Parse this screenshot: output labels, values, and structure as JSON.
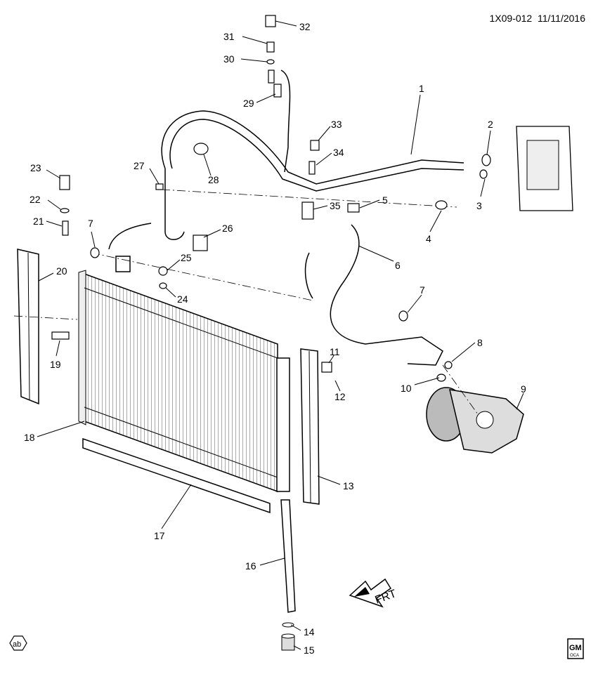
{
  "header": {
    "code": "1X09-012",
    "date": "11/11/2016"
  },
  "callouts": [
    "1",
    "2",
    "3",
    "4",
    "5",
    "6",
    "7",
    "7",
    "8",
    "9",
    "10",
    "11",
    "12",
    "13",
    "14",
    "15",
    "16",
    "17",
    "18",
    "19",
    "20",
    "21",
    "22",
    "23",
    "24",
    "25",
    "26",
    "27",
    "28",
    "29",
    "30",
    "31",
    "32",
    "33",
    "34",
    "35"
  ],
  "direction_label": "FRT",
  "badge_left": "ab",
  "logo": {
    "top": "GM",
    "bottom": "OCA"
  }
}
